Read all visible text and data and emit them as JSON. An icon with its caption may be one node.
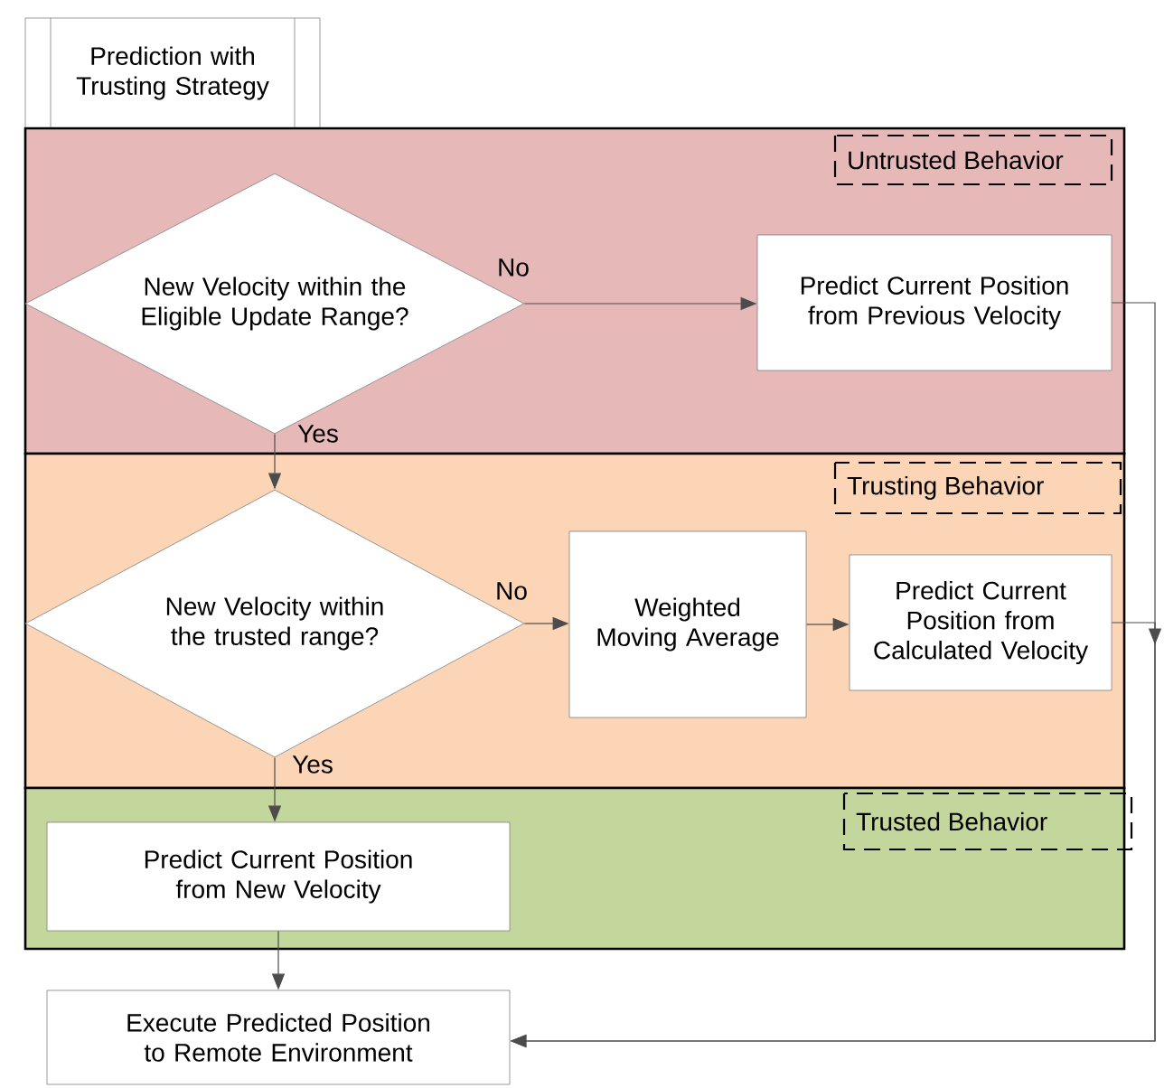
{
  "diagram": {
    "nodes": [
      {
        "text": [
          "Prediction with Trusting Strategy"
        ]
      },
      {
        "text": [
          "Untrusted Behavior"
        ]
      },
      {
        "text": [
          "New Velocity within the Eligible Update Range?"
        ],
        "in": 1
      },
      {
        "text": [
          "Predict Current Position from Previous Velocity"
        ],
        "in": 1
      },
      {
        "text": [
          "Trusting Behavior"
        ]
      },
      {
        "text": [
          "New Velocity within the trusted range?"
        ],
        "in": 4
      },
      {
        "text": [
          "Weighted Moving Average"
        ],
        "in": 4
      },
      {
        "text": [
          "Predict Current Position from Calculated Velocity"
        ],
        "in": 4
      },
      {
        "text": [
          "Trusted Behavior"
        ]
      },
      {
        "text": [
          "Predict Current Position from New Velocity"
        ],
        "in": 8
      },
      {
        "text": [
          "Execute Predicted Position to Remote Environment"
        ]
      }
    ],
    "edges": [
      {
        "from": 2,
        "to": 3,
        "arrow": "to",
        "label": "No"
      },
      {
        "from": 2,
        "to": 5,
        "arrow": "to",
        "label": "Yes"
      },
      {
        "from": 5,
        "to": 6,
        "arrow": "to",
        "label": "No"
      },
      {
        "from": 6,
        "to": 7,
        "arrow": "to"
      },
      {
        "from": 5,
        "to": 9,
        "arrow": "to",
        "label": "Yes"
      },
      {
        "from": 9,
        "to": 10,
        "arrow": "to"
      },
      {
        "from": 3,
        "to": 10,
        "arrow": "to"
      },
      {
        "from": 7,
        "to": 10,
        "arrow": "to"
      }
    ]
  }
}
